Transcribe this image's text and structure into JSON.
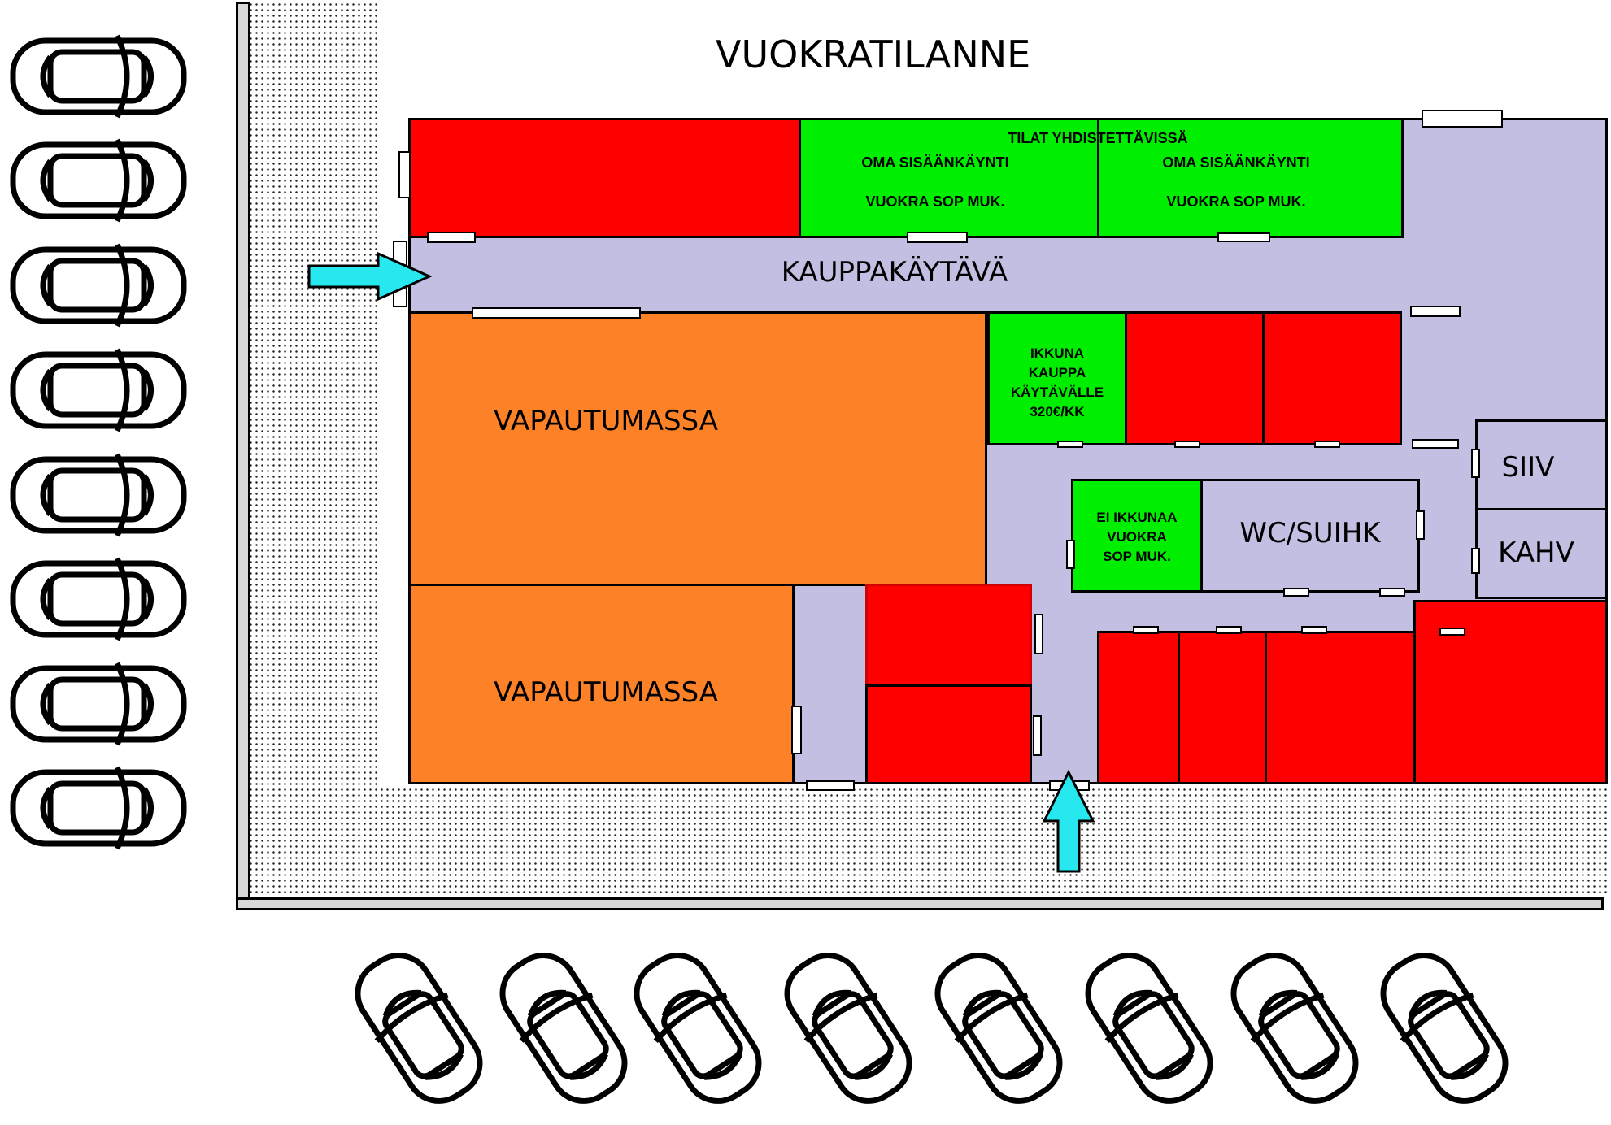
{
  "title": "VUOKRATILANNE",
  "colors": {
    "rented": "#ff0000",
    "available": "#00ee00",
    "becoming_available": "#fd8127",
    "common_area": "#c3bfe2",
    "entrance_arrow": "#27e7ef"
  },
  "rooms": {
    "combined_note": "TILAT YHDISTETTÄVISSÄ",
    "green_left": {
      "line1": "OMA SISÄÄNKÄYNTI",
      "line2": "VUOKRA SOP MUK."
    },
    "green_right": {
      "line1": "OMA SISÄÄNKÄYNTI",
      "line2": "VUOKRA SOP MUK."
    },
    "corridor": "KAUPPAKÄYTÄVÄ",
    "orange_top": "VAPAUTUMASSA",
    "orange_bottom": "VAPAUTUMASSA",
    "window_room": {
      "line1": "IKKUNA",
      "line2": "KAUPPA",
      "line3": "KÄYTÄVÄLLE",
      "line4": "320€/KK"
    },
    "no_window_room": {
      "line1": "EI IKKUNAA",
      "line2": "VUOKRA",
      "line3": "SOP MUK."
    },
    "wc": "WC/SUIHK",
    "siiv": "SIIV",
    "kahv": "KAHV"
  },
  "icons": {
    "car_left_column": "car-top-view-icon",
    "car_bottom_row": "car-angled-icon",
    "entrance": "arrow-entrance-icon"
  }
}
